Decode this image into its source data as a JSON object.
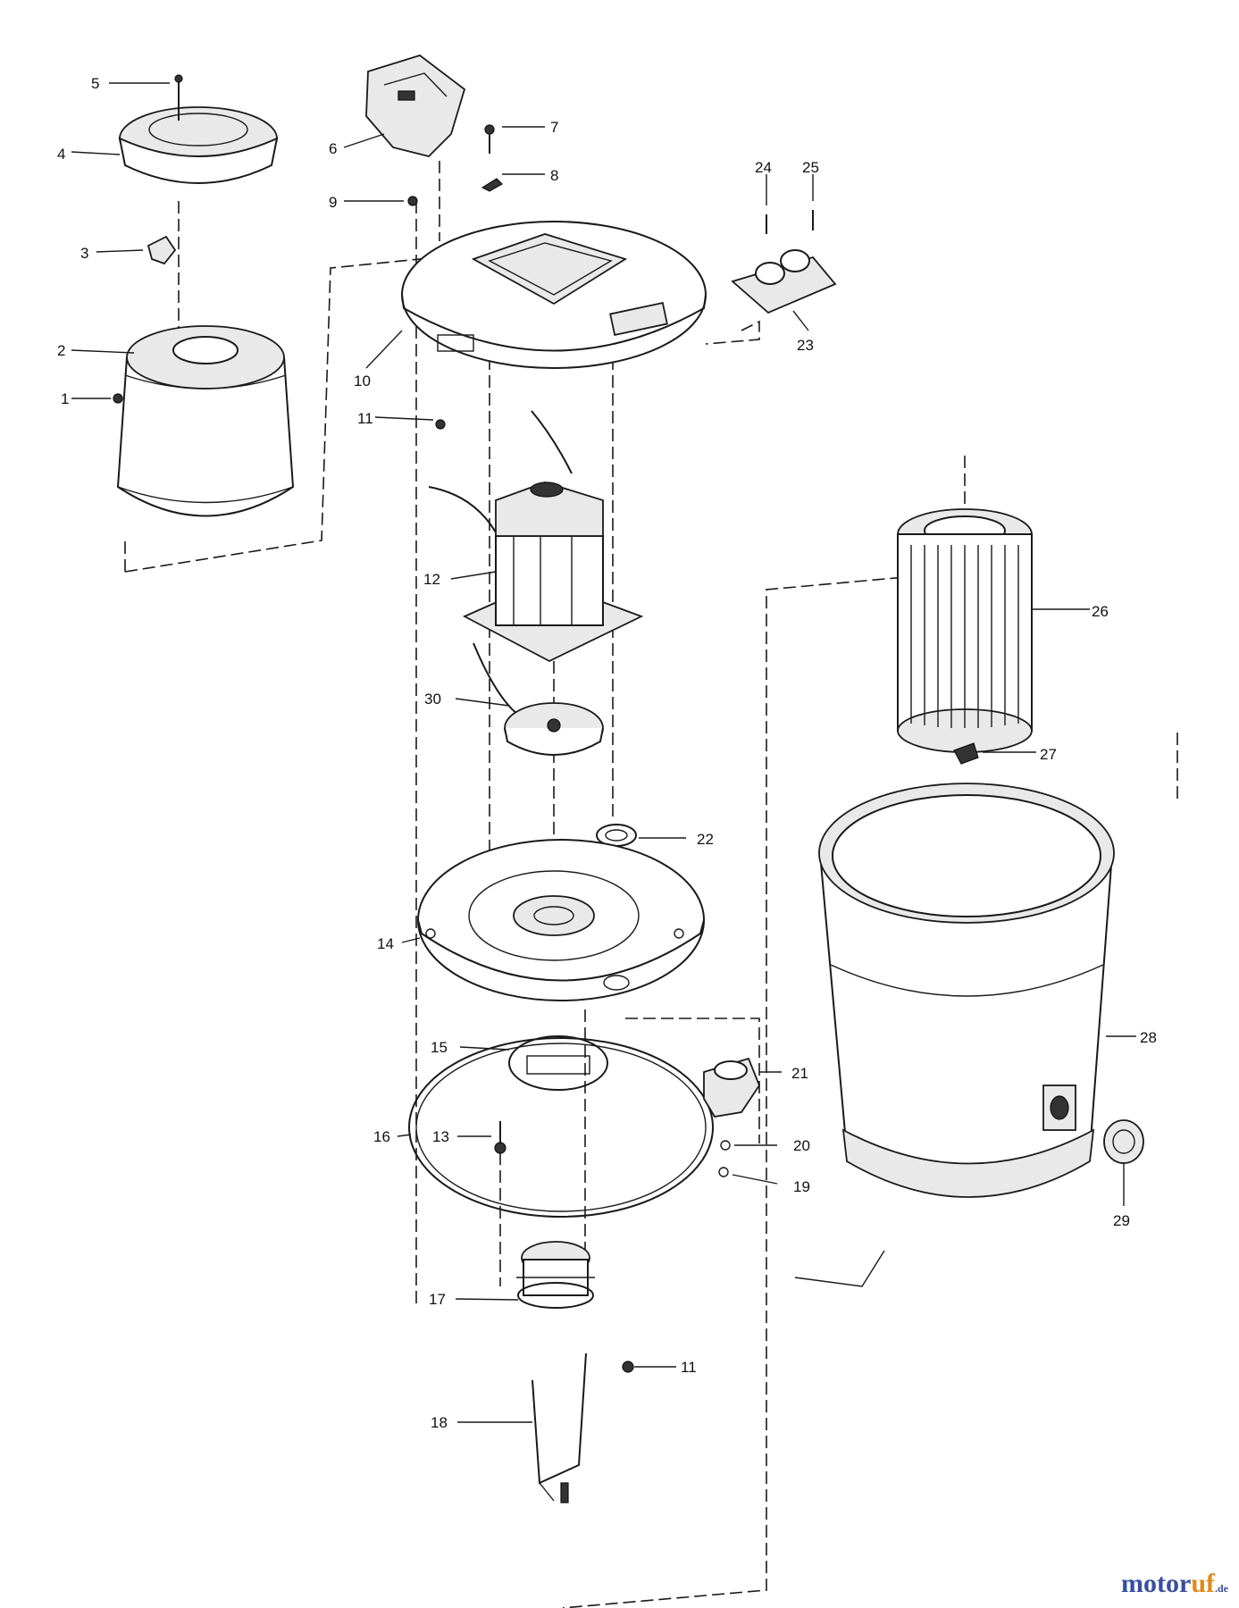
{
  "labels": {
    "p1": "1",
    "p2": "2",
    "p3": "3",
    "p4": "4",
    "p5": "5",
    "p6": "6",
    "p7": "7",
    "p8": "8",
    "p9": "9",
    "p10": "10",
    "p11a": "11",
    "p11b": "11",
    "p12": "12",
    "p13": "13",
    "p14": "14",
    "p15": "15",
    "p16": "16",
    "p17": "17",
    "p18": "18",
    "p19": "19",
    "p20": "20",
    "p21": "21",
    "p22": "22",
    "p23": "23",
    "p24": "24",
    "p25": "25",
    "p26": "26",
    "p27": "27",
    "p28": "28",
    "p29": "29",
    "p30": "30"
  },
  "watermark": {
    "part1": "motor",
    "part2": "uf",
    "part3": ".de"
  }
}
